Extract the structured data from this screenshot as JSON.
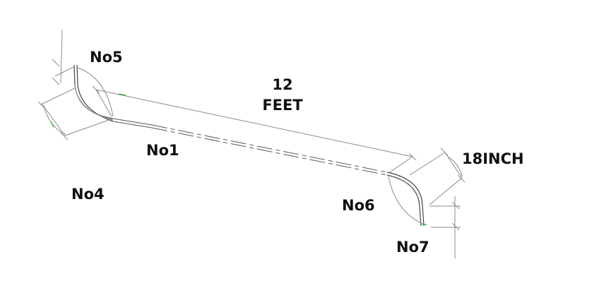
{
  "labels": {
    "no5": "No5",
    "no1": "No1",
    "no4": "No4",
    "no6": "No6",
    "no7": "No7"
  },
  "dimensions": {
    "length_value": "12",
    "length_unit": "FEET",
    "radius": "18INCH"
  },
  "colors": {
    "line": "#8a8a8a",
    "dark_line": "#444444",
    "accent": "#39b54a"
  }
}
